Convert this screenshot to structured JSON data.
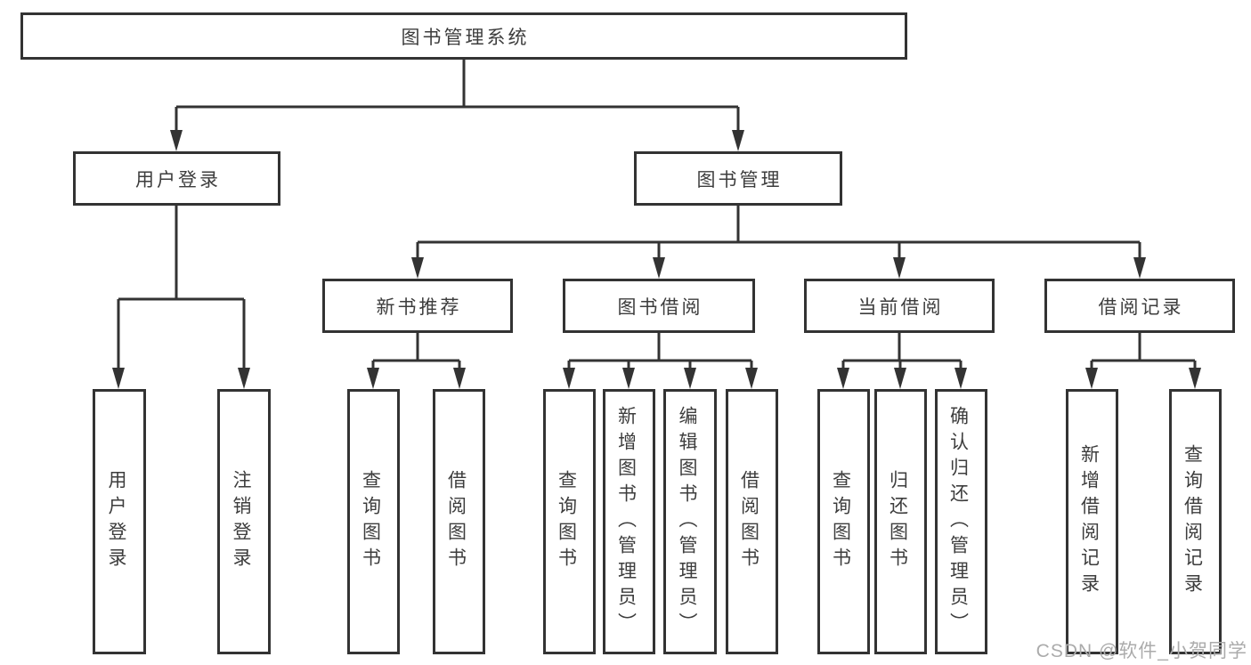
{
  "diagram": {
    "watermark": "CSDN @软件_小贺同学",
    "colors": {
      "line": "#333333",
      "box_border": "#333333",
      "text": "#3d3d3d",
      "watermark": "#ababab",
      "background": "#ffffff"
    },
    "tree": {
      "label": "图书管理系统",
      "children": [
        {
          "label": "用户登录",
          "children": [
            {
              "label": "用户登录"
            },
            {
              "label": "注销登录"
            }
          ]
        },
        {
          "label": "图书管理",
          "children": [
            {
              "label": "新书推荐",
              "children": [
                {
                  "label": "查询图书"
                },
                {
                  "label": "借阅图书"
                }
              ]
            },
            {
              "label": "图书借阅",
              "children": [
                {
                  "label": "查询图书"
                },
                {
                  "label": "新增图书（管理员）"
                },
                {
                  "label": "编辑图书（管理员）"
                },
                {
                  "label": "借阅图书"
                }
              ]
            },
            {
              "label": "当前借阅",
              "children": [
                {
                  "label": "查询图书"
                },
                {
                  "label": "归还图书"
                },
                {
                  "label": "确认归还（管理员）"
                }
              ]
            },
            {
              "label": "借阅记录",
              "children": [
                {
                  "label": "新增借阅记录"
                },
                {
                  "label": "查询借阅记录"
                }
              ]
            }
          ]
        }
      ]
    }
  }
}
